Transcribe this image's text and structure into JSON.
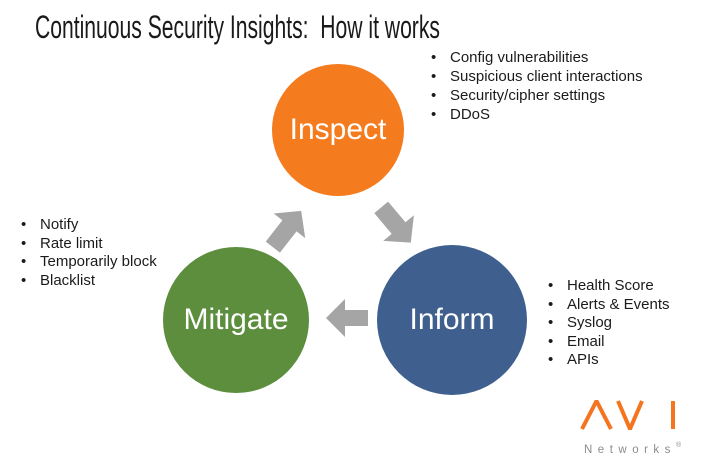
{
  "title": "Continuous Security Insights:  How it works",
  "colors": {
    "inspect": "#F47C1F",
    "inform": "#3F608E",
    "mitigate": "#5C8E3E",
    "arrow": "#A5A5A5",
    "logo_orange": "#F5741E",
    "logo_gray": "#8C8C8C"
  },
  "circles": {
    "inspect": {
      "label": "Inspect"
    },
    "inform": {
      "label": "Inform"
    },
    "mitigate": {
      "label": "Mitigate"
    }
  },
  "lists": {
    "inspect": [
      "Config vulnerabilities",
      "Suspicious client interactions",
      "Security/cipher settings",
      "DDoS"
    ],
    "inform": [
      "Health Score",
      "Alerts & Events",
      "Syslog",
      "Email",
      "APIs"
    ],
    "mitigate": [
      "Notify",
      "Rate limit",
      "Temporarily block",
      "Blacklist"
    ]
  },
  "logo": {
    "brand": "AVI",
    "name": "Networks",
    "registered": "®"
  }
}
